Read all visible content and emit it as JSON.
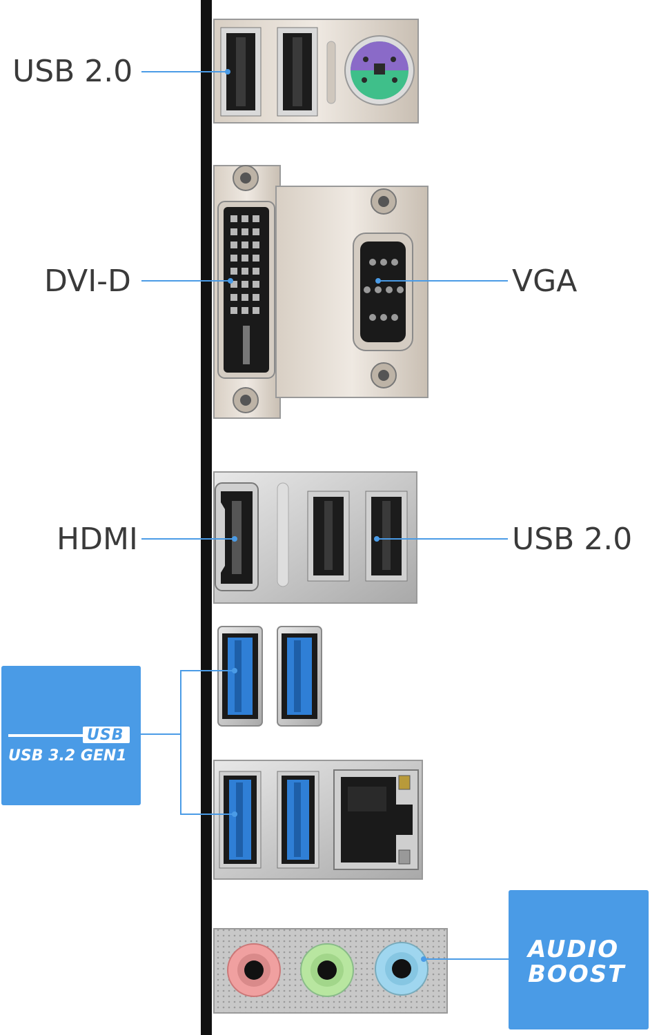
{
  "labels": {
    "usb_top": "USB 2.0",
    "dvi": "DVI-D",
    "vga": "VGA",
    "hdmi": "HDMI",
    "usb_mid": "USB 2.0"
  },
  "badges": {
    "usb32": {
      "logo": "USB",
      "text": "USB 3.2 GEN1"
    },
    "audio": {
      "line1": "AUDIO",
      "line2": "BOOST"
    }
  },
  "colors": {
    "accent": "#4a9be6",
    "usb3_blue": "#2f7fd6",
    "ps2_purple": "#8a6ac8",
    "ps2_green": "#3fbf8a",
    "audio_pink": "#f0a0a0",
    "audio_green": "#b8e6a0",
    "audio_blue": "#9fd6ef"
  }
}
